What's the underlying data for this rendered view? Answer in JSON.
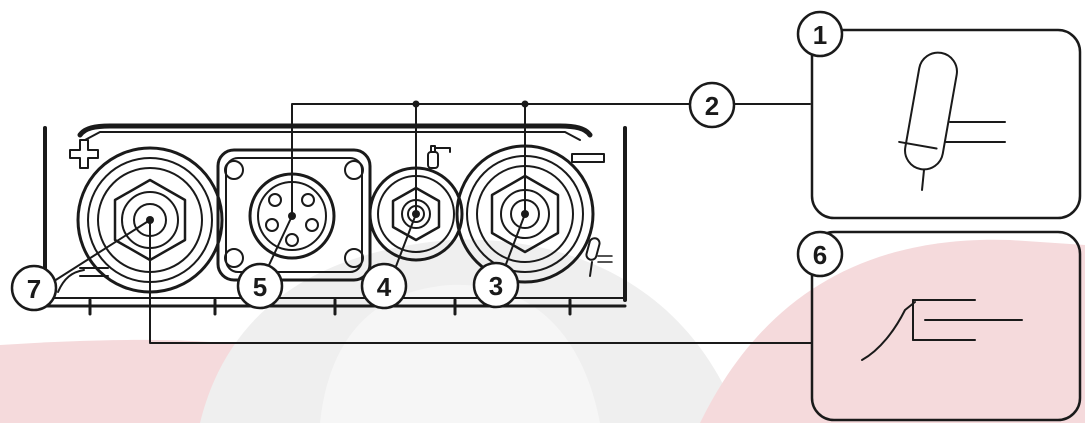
{
  "diagram": {
    "callouts": [
      {
        "id": "1",
        "label": "1"
      },
      {
        "id": "2",
        "label": "2"
      },
      {
        "id": "3",
        "label": "3"
      },
      {
        "id": "4",
        "label": "4"
      },
      {
        "id": "5",
        "label": "5"
      },
      {
        "id": "6",
        "label": "6"
      },
      {
        "id": "7",
        "label": "7"
      }
    ],
    "panel_symbols": {
      "positive": "+",
      "negative": "−"
    },
    "colors": {
      "line": "#1a1a1a",
      "watermark_red": "#f3d6d8",
      "watermark_grey": "#ececec"
    }
  }
}
